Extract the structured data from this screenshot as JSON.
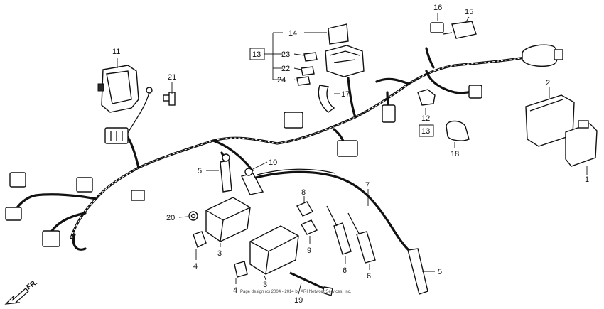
{
  "callouts": {
    "c1": "1",
    "c2": "2",
    "c3a": "3",
    "c3b": "3",
    "c4a": "4",
    "c4b": "4",
    "c5a": "5",
    "c5b": "5",
    "c6a": "6",
    "c6b": "6",
    "c7": "7",
    "c8": "8",
    "c9": "9",
    "c10": "10",
    "c11": "11",
    "c12": "12",
    "c13a": "13",
    "c13b": "13",
    "c14": "14",
    "c15": "15",
    "c16": "16",
    "c17": "17",
    "c18": "18",
    "c19": "19",
    "c20": "20",
    "c21": "21",
    "c22": "22",
    "c23": "23",
    "c24": "24"
  },
  "direction_label": "FR.",
  "copyright": "Page design (c) 2004 - 2014 by ARI Network Services, Inc."
}
